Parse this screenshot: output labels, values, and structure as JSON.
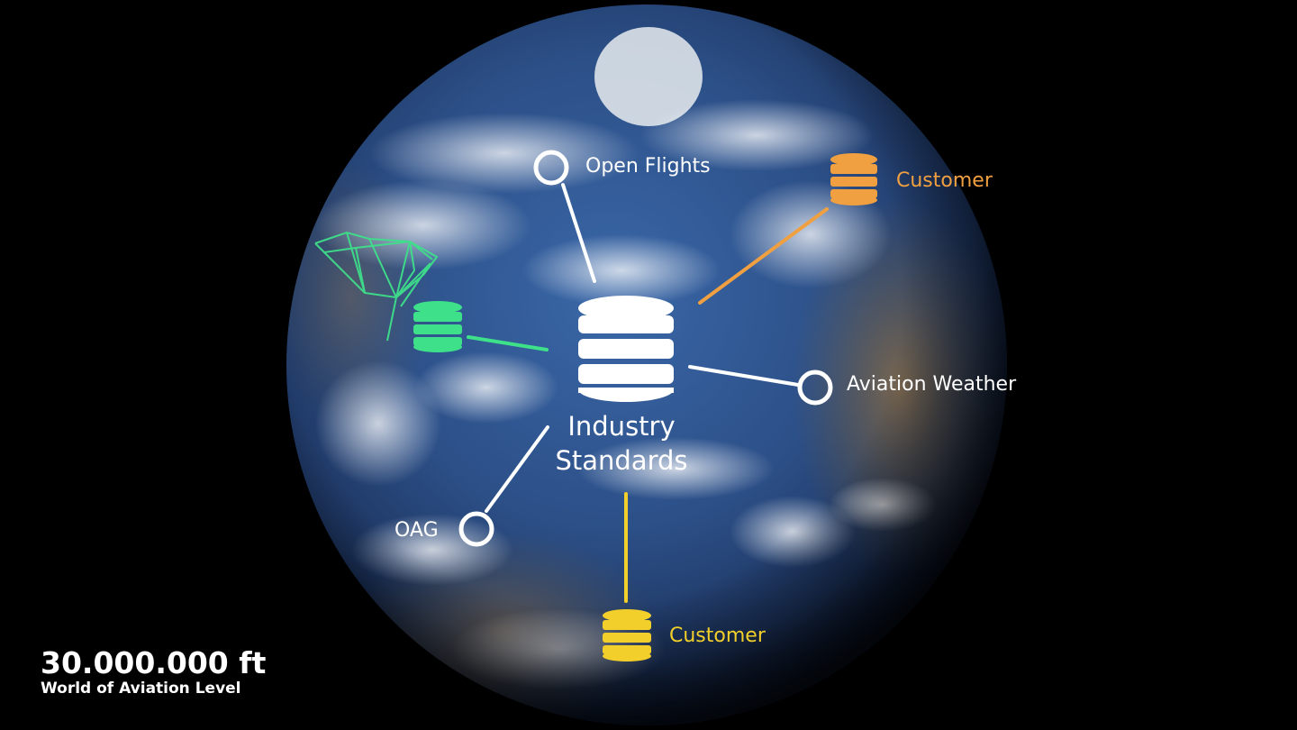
{
  "colors": {
    "background": "#000000",
    "ocean": "#2d4f86",
    "white": "#ffffff",
    "green": "#3ee08a",
    "orange": "#f0a040",
    "yellow": "#f2cf2a"
  },
  "center": {
    "line1": "Industry",
    "line2": "Standards",
    "icon": "database-icon"
  },
  "sources": {
    "open_flights": "Open Flights",
    "aviation_weather": "Aviation Weather",
    "oag": "OAG"
  },
  "customers": {
    "top": "Customer",
    "bottom": "Customer"
  },
  "altitude": {
    "value": "30.000.000 ft",
    "subtitle": "World of Aviation Level"
  }
}
